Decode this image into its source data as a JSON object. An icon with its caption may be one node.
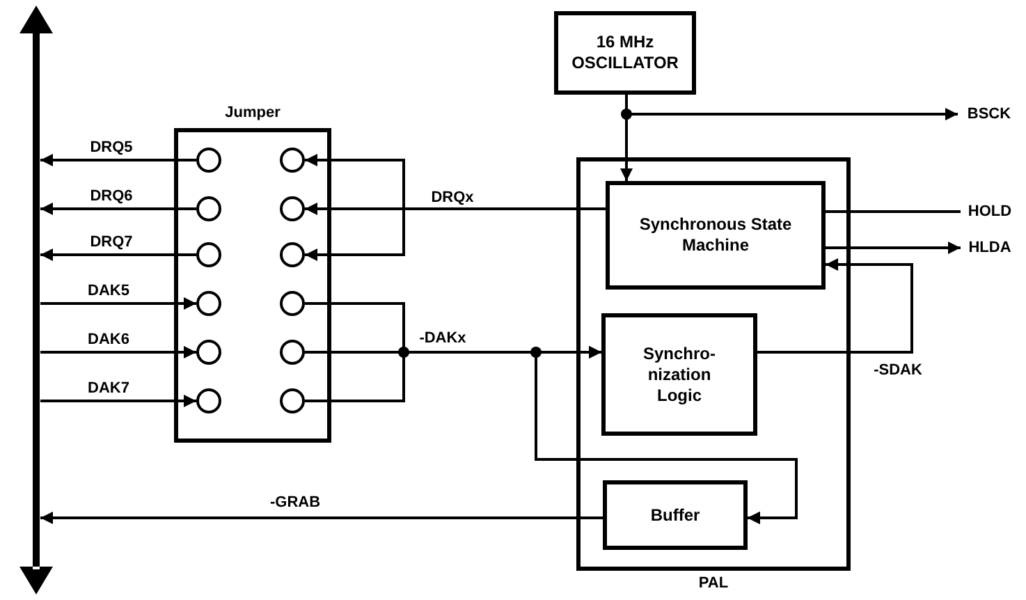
{
  "diagram": {
    "nodes": [
      {
        "text": [],
        "shape": "bar"
      },
      {
        "text": [
          "Jumper"
        ]
      },
      {
        "text": [],
        "shape": "circle",
        "in": 1
      },
      {
        "text": [],
        "shape": "circle",
        "in": 1
      },
      {
        "text": [],
        "shape": "circle",
        "in": 1
      },
      {
        "text": [],
        "shape": "circle",
        "in": 1
      },
      {
        "text": [],
        "shape": "circle",
        "in": 1
      },
      {
        "text": [],
        "shape": "circle",
        "in": 1
      },
      {
        "text": [],
        "shape": "circle",
        "in": 1
      },
      {
        "text": [],
        "shape": "circle",
        "in": 1
      },
      {
        "text": [],
        "shape": "circle",
        "in": 1
      },
      {
        "text": [],
        "shape": "circle",
        "in": 1
      },
      {
        "text": [],
        "shape": "circle",
        "in": 1
      },
      {
        "text": [],
        "shape": "circle",
        "in": 1
      },
      {
        "text": [
          "16 MHz OSCILLATOR"
        ]
      },
      {
        "text": [
          "PAL"
        ]
      },
      {
        "text": [
          "Synchronous State Machine"
        ],
        "in": 15
      },
      {
        "text": [
          "Synchro- nization Logic"
        ],
        "in": 15
      },
      {
        "text": [
          "Buffer"
        ],
        "in": 15
      },
      {
        "text": [
          "BSCK"
        ]
      },
      {
        "text": [
          "HOLD"
        ]
      },
      {
        "text": [
          "HLDA"
        ]
      }
    ],
    "edges": [
      {
        "from": 2,
        "to": 0,
        "arrow": "to",
        "label": "DRQ5"
      },
      {
        "from": 4,
        "to": 0,
        "arrow": "to",
        "label": "DRQ6"
      },
      {
        "from": 6,
        "to": 0,
        "arrow": "to",
        "label": "DRQ7"
      },
      {
        "from": 0,
        "to": 8,
        "arrow": "to",
        "label": "DAK5"
      },
      {
        "from": 0,
        "to": 10,
        "arrow": "to",
        "label": "DAK6"
      },
      {
        "from": 0,
        "to": 12,
        "arrow": "to",
        "label": "DAK7"
      },
      {
        "from": 16,
        "to": 3,
        "arrow": "to",
        "label": "DRQx"
      },
      {
        "from": 16,
        "to": 5,
        "arrow": "to"
      },
      {
        "from": 16,
        "to": 7,
        "arrow": "to"
      },
      {
        "from": 9,
        "to": 17,
        "arrow": "to",
        "label": "-DAKx"
      },
      {
        "from": 11,
        "to": 17,
        "arrow": "to"
      },
      {
        "from": 13,
        "to": 17,
        "arrow": "to"
      },
      {
        "from": 9,
        "to": 18,
        "arrow": "to"
      },
      {
        "from": 11,
        "to": 18,
        "arrow": "to"
      },
      {
        "from": 13,
        "to": 18,
        "arrow": "to"
      },
      {
        "from": 14,
        "to": 16,
        "arrow": "to"
      },
      {
        "from": 14,
        "to": 19,
        "arrow": "to"
      },
      {
        "from": 16,
        "to": 20,
        "arrow": "none"
      },
      {
        "from": 16,
        "to": 21,
        "arrow": "to"
      },
      {
        "from": 17,
        "to": 16,
        "arrow": "to",
        "label": "-SDAK"
      },
      {
        "from": 18,
        "to": 0,
        "arrow": "to",
        "label": "-GRAB"
      }
    ]
  }
}
